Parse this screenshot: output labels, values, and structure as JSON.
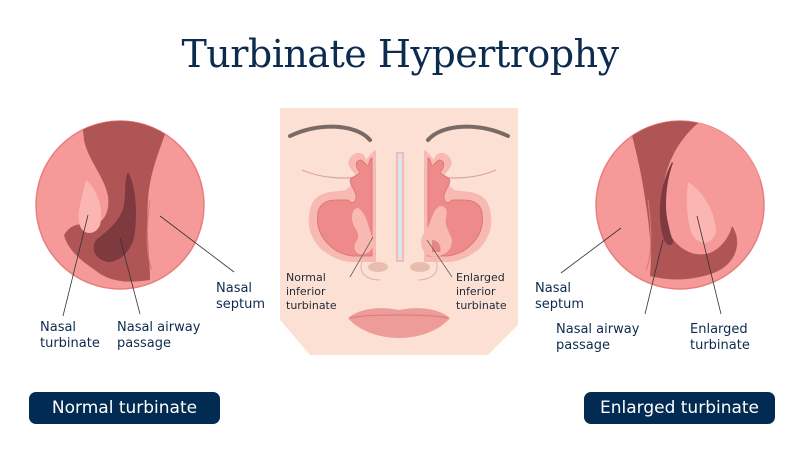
{
  "title": "Turbinate Hypertrophy",
  "colors": {
    "navy": "#0d2b4e",
    "pill_bg": "#012b52",
    "tissue": "#f59a98",
    "tissue_rim": "#e97e7c",
    "cavity": "#b05556",
    "deep_cavity": "#7e3a3e",
    "turbinate_highlight": "#fbb5b3",
    "skin": "#fde0d4"
  },
  "left_panel": {
    "labels": {
      "nasal_turbinate": [
        "Nasal",
        "turbinate"
      ],
      "nasal_airway_passage": [
        "Nasal airway",
        "passage"
      ],
      "nasal_septum": [
        "Nasal",
        "septum"
      ]
    },
    "caption": "Normal turbinate"
  },
  "center_panel": {
    "labels": {
      "normal_inferior_turbinate": [
        "Normal",
        "inferior",
        "turbinate"
      ],
      "enlarged_inferior_turbinate": [
        "Enlarged",
        "inferior",
        "turbinate"
      ]
    }
  },
  "right_panel": {
    "labels": {
      "nasal_septum": [
        "Nasal",
        "septum"
      ],
      "nasal_airway_passage": [
        "Nasal airway",
        "passage"
      ],
      "enlarged_turbinate": [
        "Enlarged",
        "turbinate"
      ]
    },
    "caption": "Enlarged turbinate"
  }
}
